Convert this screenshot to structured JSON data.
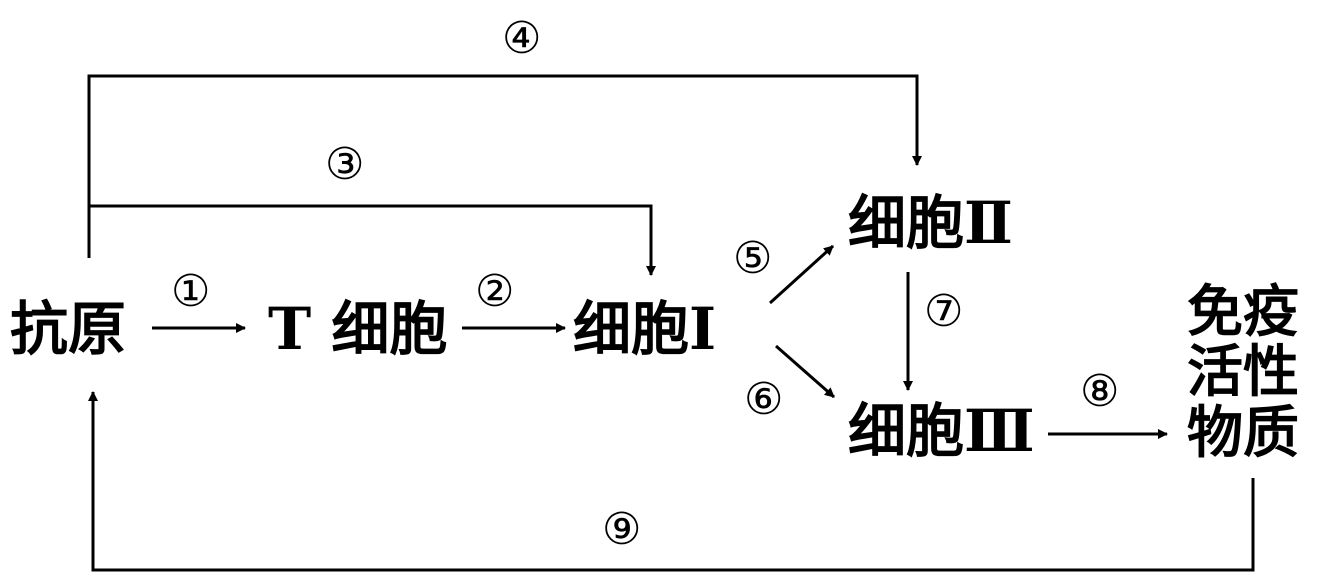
{
  "nodes": {
    "antigen": "抗原",
    "t_cell": "T 细胞",
    "cell_1": "细胞Ⅰ",
    "cell_2": "细胞Ⅱ",
    "cell_3": "细胞Ⅲ",
    "immune_active_substance": "免疫活性物质"
  },
  "steps": {
    "s1": "①",
    "s2": "②",
    "s3": "③",
    "s4": "④",
    "s5": "⑤",
    "s6": "⑥",
    "s7": "⑦",
    "s8": "⑧",
    "s9": "⑨"
  },
  "colors": {
    "ink": "#000000",
    "background": "#ffffff"
  }
}
